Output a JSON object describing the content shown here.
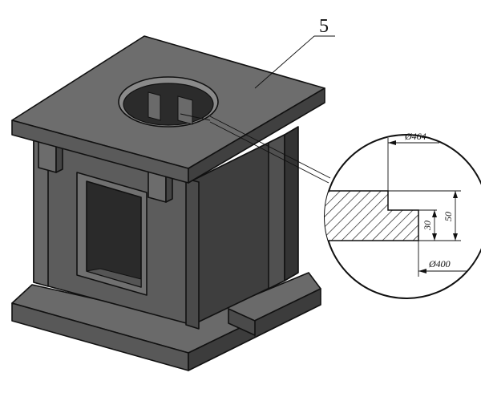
{
  "callout": {
    "part_number": "5"
  },
  "detail": {
    "dia_outer": "Ø464",
    "dia_inner": "Ø400",
    "thickness_total": "50",
    "thickness_step": "30"
  },
  "colors": {
    "top_face": "#6e6e6e",
    "front_face": "#5a5a5a",
    "right_face": "#3f3f3f",
    "dark_opening": "#262626",
    "outline": "#111111",
    "hatch": "#222222",
    "background": "#ffffff"
  }
}
